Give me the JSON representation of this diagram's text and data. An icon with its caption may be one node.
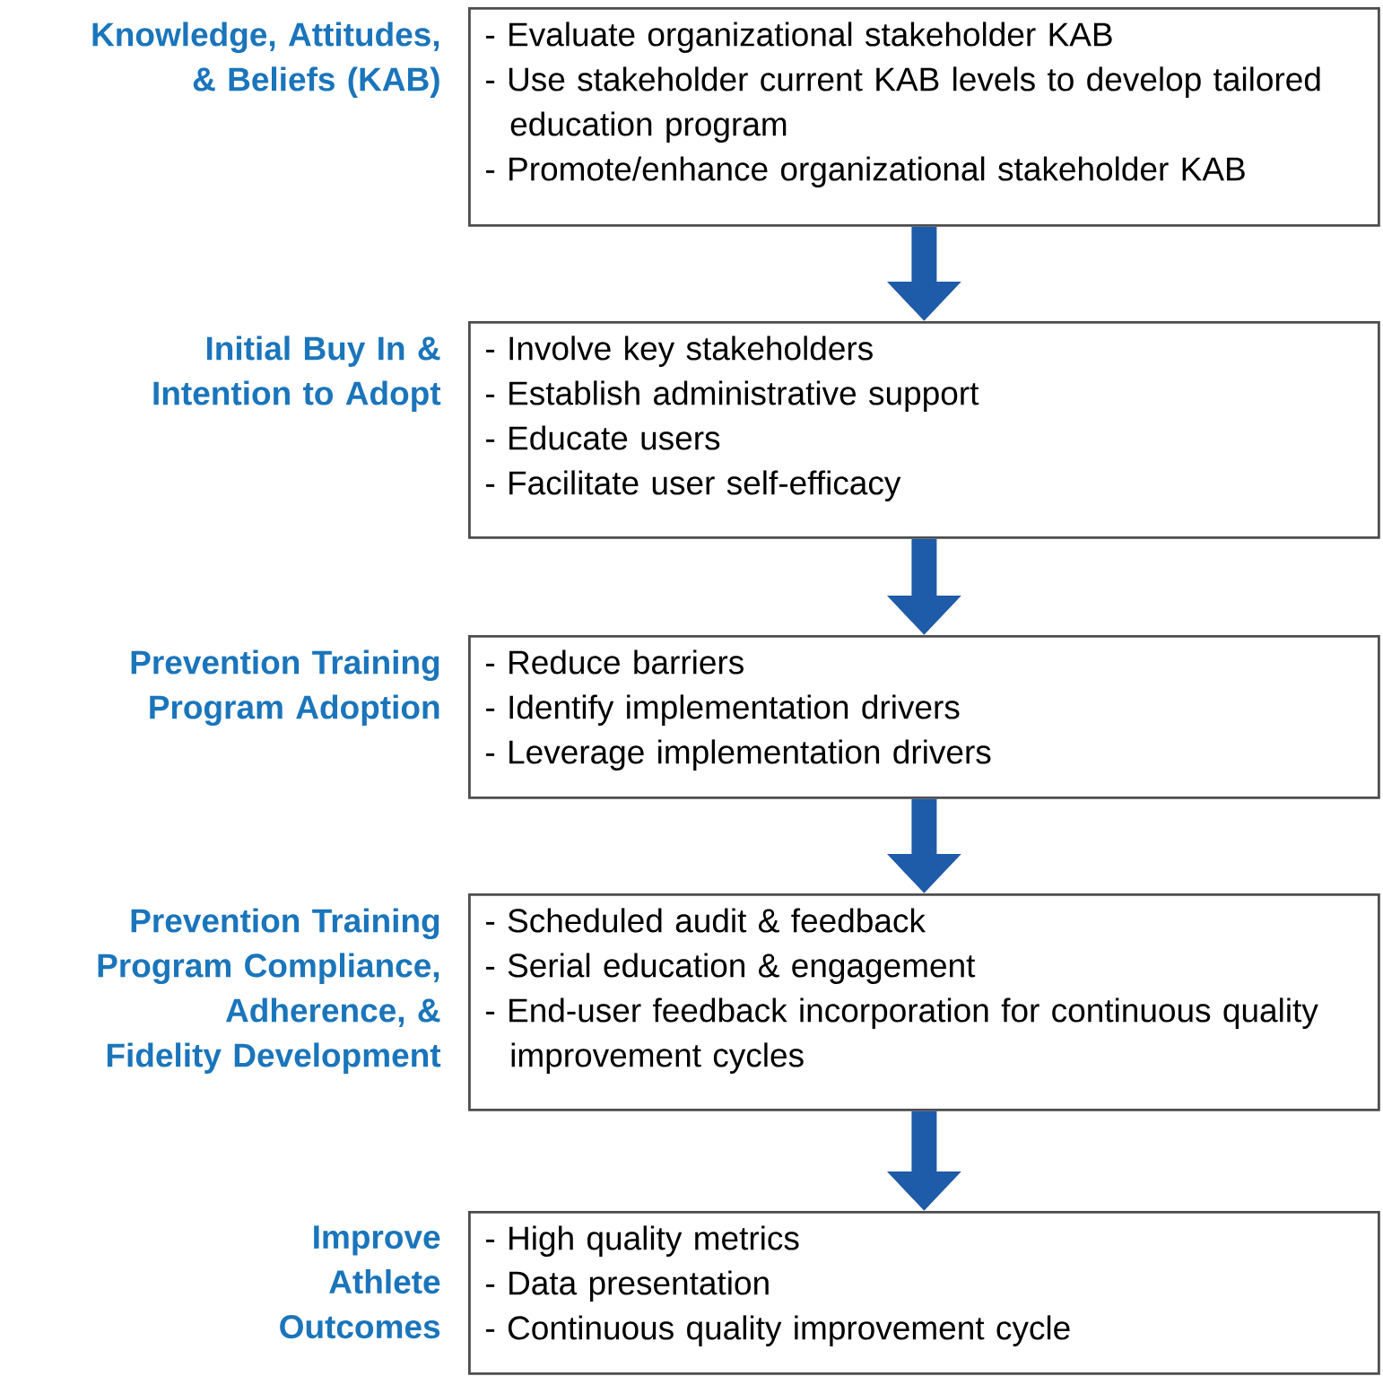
{
  "diagram": {
    "nodes": [
      {
        "text": [
          "Knowledge, Attitudes, & Beliefs (KAB)",
          "- Evaluate organizational stakeholder KAB",
          "- Use stakeholder current KAB levels to develop tailored education program",
          "- Promote/enhance organizational stakeholder KAB"
        ]
      },
      {
        "text": [
          "Initial Buy In & Intention to Adopt",
          "- Involve key stakeholders",
          "- Establish administrative support",
          "- Educate users",
          "- Facilitate user self-efficacy"
        ]
      },
      {
        "text": [
          "Prevention Training Program Adoption",
          "- Reduce barriers",
          "- Identify implementation drivers",
          "- Leverage implementation drivers"
        ]
      },
      {
        "text": [
          "Prevention Training Program Compliance, Adherence, & Fidelity Development",
          "- Scheduled audit & feedback",
          "- Serial education & engagement",
          "- End-user feedback incorporation for continuous quality improvement cycles"
        ]
      },
      {
        "text": [
          "Improve Athlete Outcomes",
          "- High quality metrics",
          "- Data presentation",
          "- Continuous quality improvement cycle"
        ]
      }
    ],
    "edges": [
      {
        "from": 0,
        "to": 1,
        "arrow": "to"
      },
      {
        "from": 1,
        "to": 2,
        "arrow": "to"
      },
      {
        "from": 2,
        "to": 3,
        "arrow": "to"
      },
      {
        "from": 3,
        "to": 4,
        "arrow": "to"
      }
    ]
  }
}
